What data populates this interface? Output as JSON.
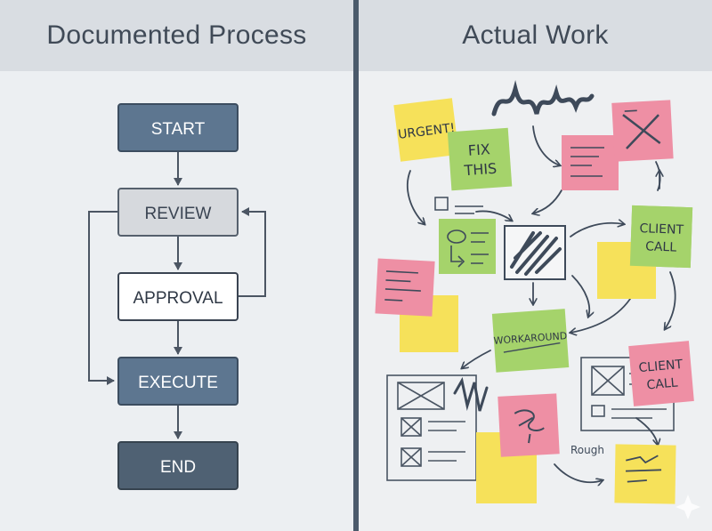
{
  "left_panel": {
    "title": "Documented Process",
    "steps": {
      "start": "START",
      "review": "REVIEW",
      "approval": "APPROVAL",
      "execute": "EXECUTE",
      "end": "END"
    }
  },
  "right_panel": {
    "title": "Actual Work",
    "notes": {
      "urgent": "URGENT!",
      "fix_line1": "FIX",
      "fix_line2": "THIS",
      "client_call_line1": "CLIENT",
      "client_call_line2": "CALL",
      "workaround": "WORKAROUND",
      "rough": "Rough"
    }
  },
  "colors": {
    "node_blue": "#5d7690",
    "node_grey": "#d6d9dd",
    "node_dark": "#4f6173",
    "note_yellow": "#f6e15a",
    "note_green": "#a5d36b",
    "note_pink": "#ee8fa4",
    "ink": "#3e4a5a"
  }
}
